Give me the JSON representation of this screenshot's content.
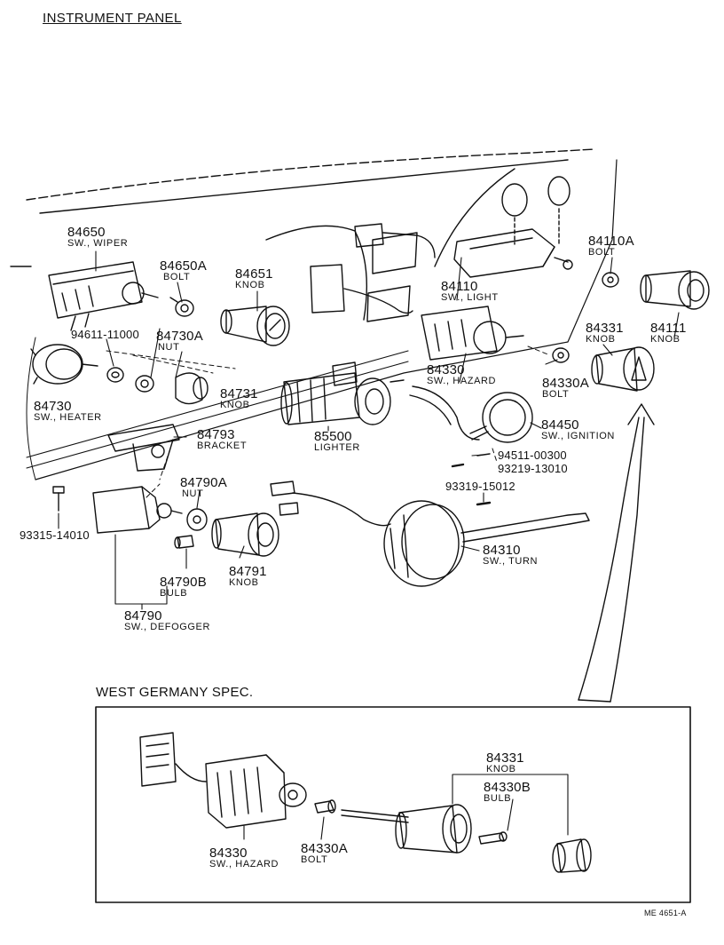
{
  "title": "INSTRUMENT PANEL",
  "section_title": "WEST GERMANY SPEC.",
  "drawing_code": "ME 4651-A",
  "parts": {
    "p84650": {
      "number": "84650",
      "name": "SW., WIPER"
    },
    "p84650a": {
      "number": "84650A",
      "name": "BOLT"
    },
    "p84651": {
      "number": "84651",
      "name": "KNOB"
    },
    "p94611": {
      "number": "94611-11000",
      "name": ""
    },
    "p84730a": {
      "number": "84730A",
      "name": "NUT"
    },
    "p84730": {
      "number": "84730",
      "name": "SW., HEATER"
    },
    "p84731": {
      "number": "84731",
      "name": "KNOB"
    },
    "p84793": {
      "number": "84793",
      "name": "BRACKET"
    },
    "p85500": {
      "number": "85500",
      "name": "LIGHTER"
    },
    "p84110": {
      "number": "84110",
      "name": "SW., LIGHT"
    },
    "p84110a": {
      "number": "84110A",
      "name": "BOLT"
    },
    "p84111": {
      "number": "84111",
      "name": "KNOB"
    },
    "p84331": {
      "number": "84331",
      "name": "KNOB"
    },
    "p84330": {
      "number": "84330",
      "name": "SW., HAZARD"
    },
    "p84330a": {
      "number": "84330A",
      "name": "BOLT"
    },
    "p84450": {
      "number": "84450",
      "name": "SW., IGNITION"
    },
    "p94511": {
      "number": "94511-00300",
      "name": ""
    },
    "p93219": {
      "number": "93219-13010",
      "name": ""
    },
    "p93319": {
      "number": "93319-15012",
      "name": ""
    },
    "p93315": {
      "number": "93315-14010",
      "name": ""
    },
    "p84790a": {
      "number": "84790A",
      "name": "NUT"
    },
    "p84790b": {
      "number": "84790B",
      "name": "BULB"
    },
    "p84791": {
      "number": "84791",
      "name": "KNOB"
    },
    "p84790": {
      "number": "84790",
      "name": "SW., DEFOGGER"
    },
    "p84310": {
      "number": "84310",
      "name": "SW., TURN"
    }
  },
  "spec_parts": {
    "s84331": {
      "number": "84331",
      "name": "KNOB"
    },
    "s84330b": {
      "number": "84330B",
      "name": "BULB"
    },
    "s84330": {
      "number": "84330",
      "name": "SW., HAZARD"
    },
    "s84330a": {
      "number": "84330A",
      "name": "BOLT"
    }
  }
}
